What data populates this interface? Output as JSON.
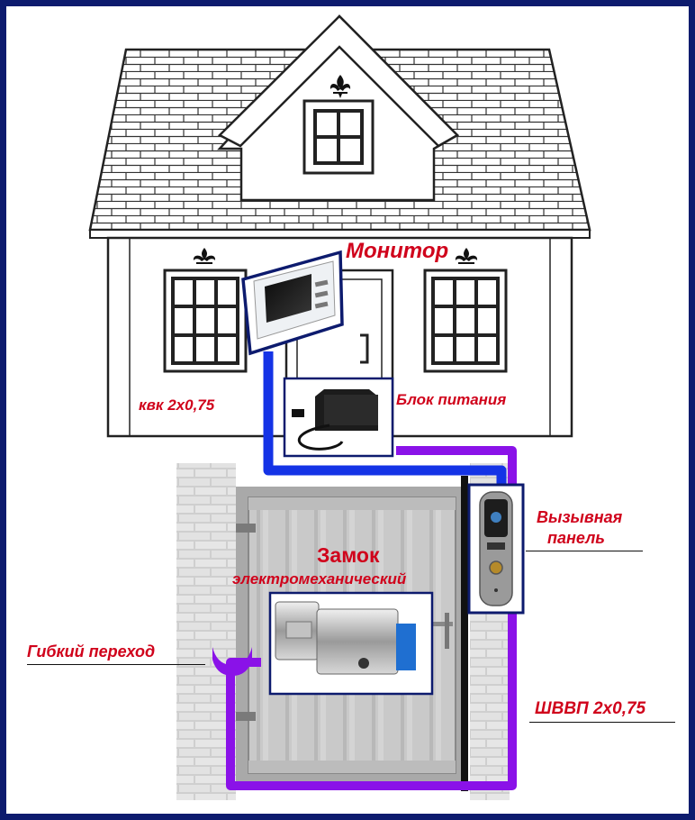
{
  "labels": {
    "monitor": "Монитор",
    "cable_kvk": "квк 2х0,75",
    "power_unit": "Блок питания",
    "call_panel_line1": "Вызывная",
    "call_panel_line2": "панель",
    "lock_line1": "Замок",
    "lock_line2": "электромеханический",
    "flex_transition": "Гибкий переход",
    "cable_shvvp": "ШВВП 2х0,75"
  },
  "colors": {
    "frame": "#0d1b6e",
    "label_text": "#d0021b",
    "monitor_cable": "#1433e6",
    "lock_cable": "#8a12e8",
    "panel_border": "#0d1b6e"
  },
  "icons": {
    "ornament": "fleur-de-lis-icon"
  }
}
